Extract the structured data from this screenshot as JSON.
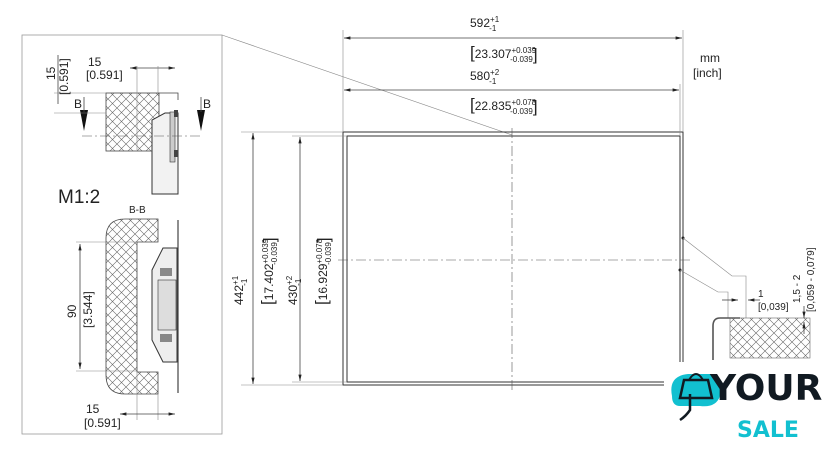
{
  "units": {
    "primary": "mm",
    "secondary": "[inch]"
  },
  "dimensions": {
    "outer_width": {
      "value": "592",
      "sup": "+1",
      "sub": "-1",
      "inch": "23.307",
      "inch_sup": "+0.039",
      "inch_sub": "-0.039"
    },
    "inner_width": {
      "value": "580",
      "sup": "+2",
      "sub": "-1",
      "inch": "22.835",
      "inch_sup": "+0.078",
      "inch_sub": "-0.039"
    },
    "outer_height": {
      "value": "442",
      "sup": "+1",
      "sub": "-1",
      "inch": "17.402",
      "inch_sup": "+0.039",
      "inch_sub": "-0.039"
    },
    "inner_height": {
      "value": "430",
      "sup": "+2",
      "sub": "-1",
      "inch": "16.929",
      "inch_sup": "+0.078",
      "inch_sub": "-0.039"
    }
  },
  "detail_view": {
    "scale": "M1:2",
    "section_label": "B-B",
    "section_marker": "B",
    "top_vertical": {
      "mm": "15",
      "inch": "[0.591]"
    },
    "top_horizontal": {
      "mm": "15",
      "inch": "[0.591]"
    },
    "section_height": {
      "mm": "90",
      "inch": "[3.544]"
    },
    "bottom_horizontal": {
      "mm": "15",
      "inch": "[0.591]"
    }
  },
  "edge_detail": {
    "gap": {
      "mm": "1",
      "inch": "[0,039]"
    },
    "depth": {
      "mm": "1,5 - 2",
      "inch": "[0,059 - 0,079]"
    }
  },
  "logo": {
    "line1": "YOUR",
    "line2": "SALE",
    "colors": {
      "dark": "#111a22",
      "accent": "#12c0d0"
    }
  }
}
